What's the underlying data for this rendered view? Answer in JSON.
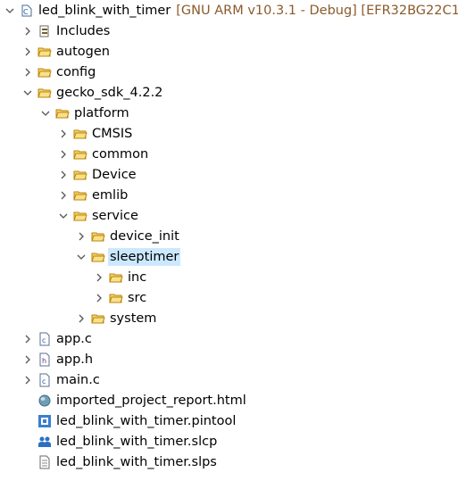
{
  "explorer": {
    "project": {
      "label": "led_blink_with_timer",
      "decoration": "[GNU ARM v10.3.1 - Debug] [EFR32BG22C1"
    },
    "items": [
      {
        "label": "Includes"
      },
      {
        "label": "autogen"
      },
      {
        "label": "config"
      },
      {
        "label": "gecko_sdk_4.2.2"
      },
      {
        "label": "platform"
      },
      {
        "label": "CMSIS"
      },
      {
        "label": "common"
      },
      {
        "label": "Device"
      },
      {
        "label": "emlib"
      },
      {
        "label": "service"
      },
      {
        "label": "device_init"
      },
      {
        "label": "sleeptimer"
      },
      {
        "label": "inc"
      },
      {
        "label": "src"
      },
      {
        "label": "system"
      },
      {
        "label": "app.c"
      },
      {
        "label": "app.h"
      },
      {
        "label": "main.c"
      },
      {
        "label": "imported_project_report.html"
      },
      {
        "label": "led_blink_with_timer.pintool"
      },
      {
        "label": "led_blink_with_timer.slcp"
      },
      {
        "label": "led_blink_with_timer.slps"
      }
    ]
  },
  "colors": {
    "selection": "#cce8ff",
    "folder": "#f0c040",
    "decoration": "#8b5a2b"
  }
}
